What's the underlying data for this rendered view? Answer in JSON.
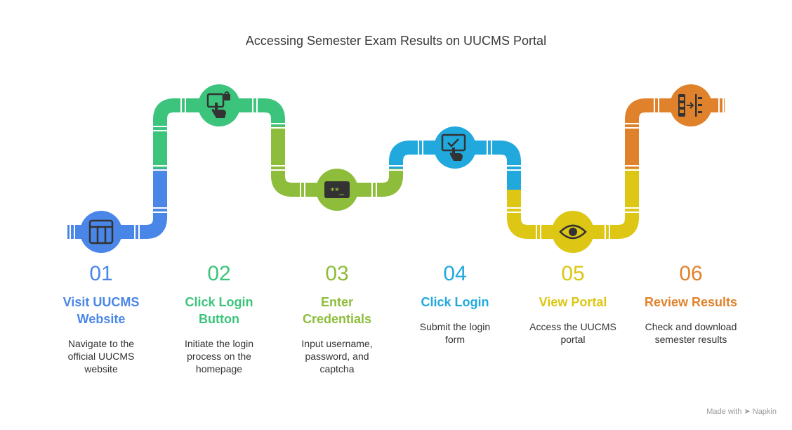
{
  "title": "Accessing Semester Exam Results on UUCMS Portal",
  "footer": {
    "made_with": "Made with",
    "brand": "Napkin"
  },
  "colors": {
    "blue": "#4a86e8",
    "green": "#3cc47c",
    "lime": "#8dbd3a",
    "cyan": "#21a9dd",
    "yellow": "#ddc614",
    "orange": "#e0822c",
    "icon_dark": "#333333"
  },
  "steps": [
    {
      "number": "01",
      "label": "Visit UUCMS Website",
      "description": "Navigate to the official UUCMS website",
      "icon": "table-layout-icon",
      "color": "#4a86e8"
    },
    {
      "number": "02",
      "label": "Click Login Button",
      "description": "Initiate the login process on the homepage",
      "icon": "secure-click-icon",
      "color": "#3cc47c"
    },
    {
      "number": "03",
      "label": "Enter Credentials",
      "description": "Input username, password, and captcha",
      "icon": "password-field-icon",
      "color": "#8dbd3a"
    },
    {
      "number": "04",
      "label": "Click Login",
      "description": "Submit the login form",
      "icon": "submit-click-icon",
      "color": "#21a9dd"
    },
    {
      "number": "05",
      "label": "View Portal",
      "description": "Access the UUCMS portal",
      "icon": "eye-icon",
      "color": "#ddc614"
    },
    {
      "number": "06",
      "label": "Review Results",
      "description": "Check and download semester results",
      "icon": "results-list-icon",
      "color": "#e0822c"
    }
  ]
}
